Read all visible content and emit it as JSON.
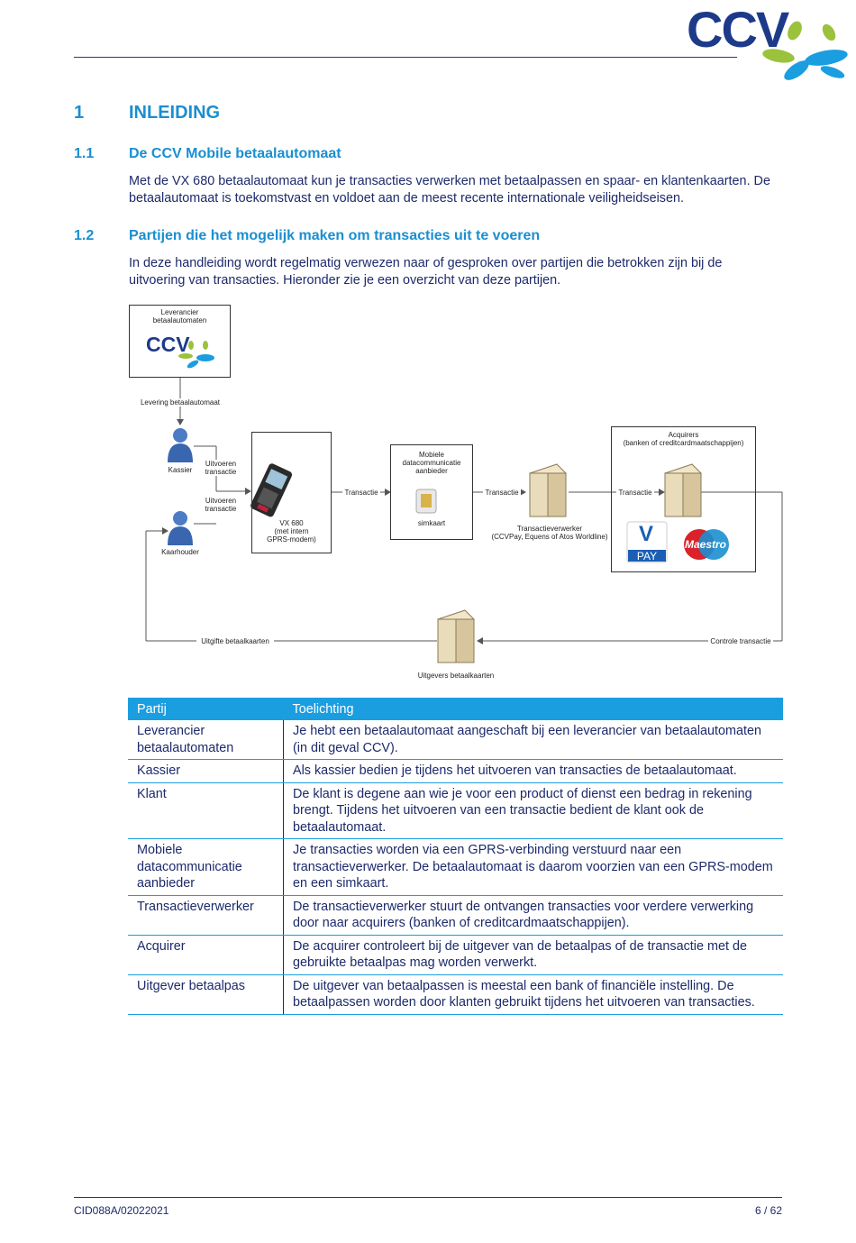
{
  "header": {
    "logo_text": "CCV"
  },
  "section1": {
    "number": "1",
    "title": "INLEIDING"
  },
  "section1_1": {
    "number": "1.1",
    "title": "De CCV Mobile betaalautomaat",
    "para_line1": "Met de VX 680 betaalautomaat kun je transacties verwerken met betaalpassen en spaar- en klantenkaarten. De",
    "para_line2": "betaalautomaat is toekomstvast en voldoet aan de meest recente internationale veiligheidseisen."
  },
  "section1_2": {
    "number": "1.2",
    "title": "Partijen die het mogelijk maken om transacties uit te voeren",
    "para_line1": "In deze handleiding wordt regelmatig verwezen naar of gesproken over partijen die betrokken zijn bij de",
    "para_line2": "uitvoering van transacties. Hieronder zie je een overzicht van deze partijen."
  },
  "diagram": {
    "supplier_line1": "Leverancier",
    "supplier_line2": "betaalautomaten",
    "supplier_logo": "CCV",
    "delivery": "Levering betaalautomaat",
    "cashier": "Kassier",
    "cardholder": "Kaarhouder",
    "perform1_line1": "Uitvoeren",
    "perform1_line2": "transactie",
    "perform2_line1": "Uitvoeren",
    "perform2_line2": "transactie",
    "terminal_line1": "VX 680",
    "terminal_line2": "(met intern",
    "terminal_line3": "GPRS-modem)",
    "transaction_a": "Transactie",
    "mobile_line1": "Mobiele",
    "mobile_line2": "datacommunicatie",
    "mobile_line3": "aanbieder",
    "simcard": "simkaart",
    "transaction_b": "Transactie",
    "processor_line1": "Transactieverwerker",
    "processor_line2": "(CCVPay, Equens of Atos Worldline)",
    "transaction_c": "Transactie",
    "acquirers_line1": "Acquirers",
    "acquirers_line2": "(banken of creditcardmaatschappijen)",
    "vpay_v": "V",
    "vpay_pay": "PAY",
    "maestro": "Maestro",
    "issue_cards": "Uitgifte betaalkaarten",
    "control_transaction": "Controle transactie",
    "issuers": "Uitgevers betaalkaarten"
  },
  "table": {
    "headers": [
      "Partij",
      "Toelichting"
    ],
    "rows": [
      {
        "party": "Leverancier betaalautomaten",
        "text": "Je hebt een betaalautomaat aangeschaft bij een leverancier van betaalautomaten (in dit geval CCV)."
      },
      {
        "party": "Kassier",
        "text": "Als kassier bedien je tijdens het uitvoeren van transacties de betaalautomaat."
      },
      {
        "party": "Klant",
        "text": "De klant is degene aan wie je voor een product of dienst een bedrag in rekening brengt. Tijdens het uitvoeren van een transactie bedient de klant ook de betaalautomaat."
      },
      {
        "party": "Mobiele datacommunicatie aanbieder",
        "text": "Je transacties worden via een GPRS-verbinding verstuurd naar een transactieverwerker. De betaalautomaat is daarom voorzien van een GPRS-modem en een simkaart."
      },
      {
        "party": "Transactieverwerker",
        "text": "De transactieverwerker stuurt de ontvangen transacties voor verdere verwerking door naar acquirers (banken of creditcardmaatschappijen)."
      },
      {
        "party": "Acquirer",
        "text": "De acquirer controleert bij de uitgever van de betaalpas of de transactie met de gebruikte betaalpas mag worden verwerkt."
      },
      {
        "party": "Uitgever betaalpas",
        "text": "De uitgever van betaalpassen is meestal een bank of financiële instelling. De betaalpassen worden door klanten gebruikt tijdens het uitvoeren van transacties."
      }
    ]
  },
  "footer": {
    "doc_id": "CID088A/02022021",
    "page": "6 / 62"
  }
}
